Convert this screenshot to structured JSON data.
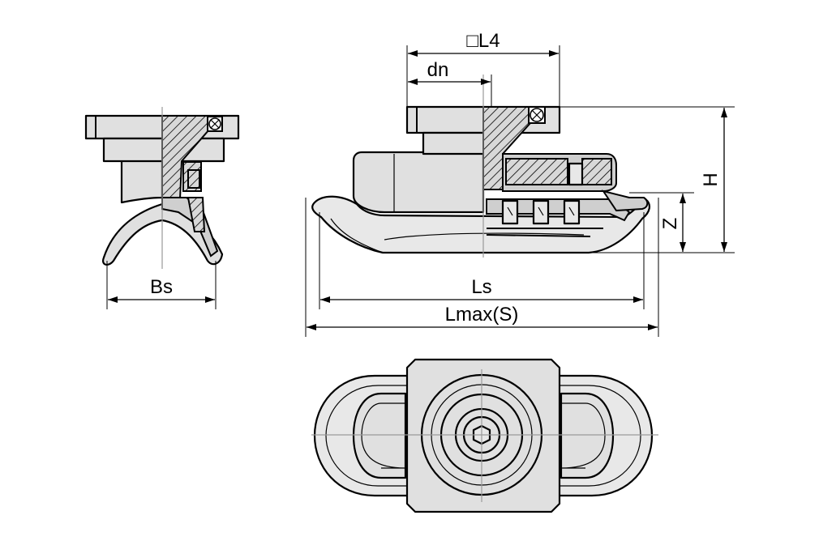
{
  "labels": {
    "bs": "Bs",
    "l4": "L4",
    "dn": "dn",
    "ls": "Ls",
    "lmax": "Lmax(S)",
    "h": "H",
    "z": "Z"
  },
  "symbols": {
    "square": "□"
  },
  "colors": {
    "part_fill": "#e0e0e0",
    "outline": "#000000",
    "centerline": "#9a9a9a"
  }
}
